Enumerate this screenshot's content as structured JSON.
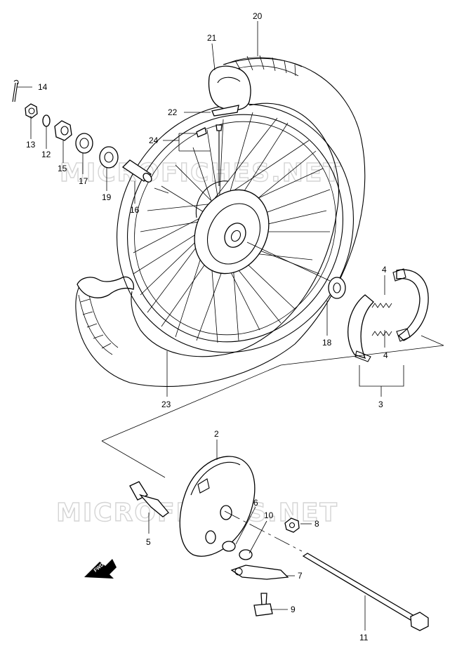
{
  "watermark": "MICROFICHES.NET",
  "fwd_label": "FWD",
  "callouts": {
    "c2": "2",
    "c3": "3",
    "c4a": "4",
    "c4b": "4",
    "c5": "5",
    "c6": "6",
    "c7": "7",
    "c8": "8",
    "c9": "9",
    "c10": "10",
    "c11": "11",
    "c12": "12",
    "c13": "13",
    "c14": "14",
    "c15": "15",
    "c16": "16",
    "c17": "17",
    "c18": "18",
    "c19": "19",
    "c20": "20",
    "c21": "21",
    "c22": "22",
    "c23": "23",
    "c24": "24"
  }
}
